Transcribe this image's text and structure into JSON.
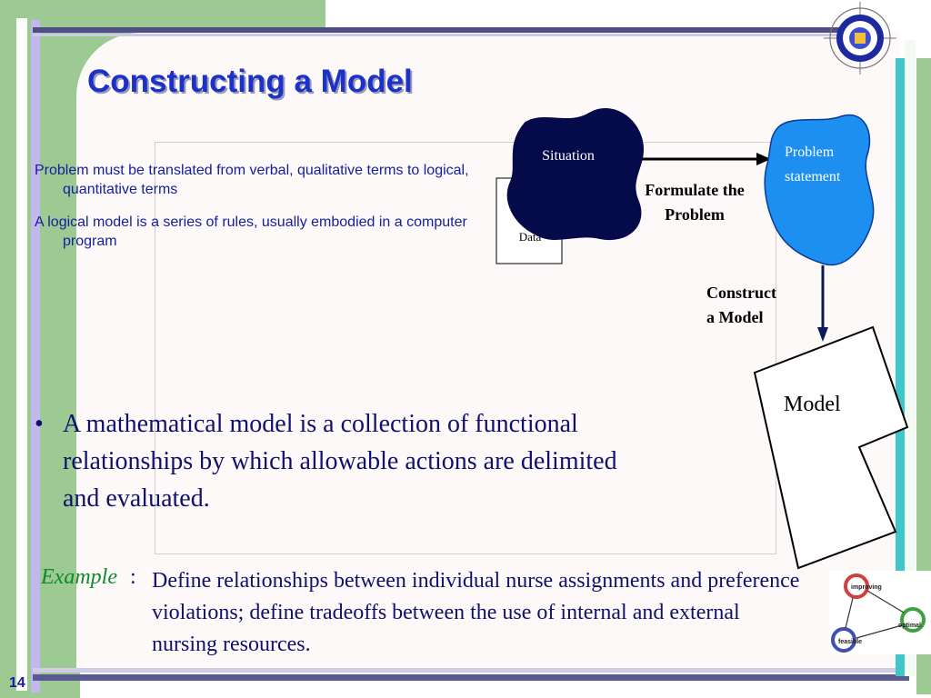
{
  "slide": {
    "title": "Constructing a Model",
    "page_number": "14"
  },
  "bullets_small": [
    "Problem must be translated from verbal, qualitative terms to logical, quantitative terms",
    "A logical model is a series of rules, usually embodied in a computer program"
  ],
  "main_bullet": {
    "marker": "•",
    "text": "A mathematical model is a collection of functional relationships by which allowable actions are delimited and evaluated."
  },
  "example": {
    "label": "Example",
    "colon": ":",
    "text": "Define relationships between individual nurse assignments and preference violations; define tradeoffs between the use of internal and external nursing resources."
  },
  "diagram": {
    "situation": "Situation",
    "data": "Data",
    "problem_statement_line1": "Problem",
    "problem_statement_line2": "statement",
    "formulate_line1": "Formulate the",
    "formulate_line2": "Problem",
    "construct_line1": "Construct",
    "construct_line2": "a Model",
    "model": "Model"
  },
  "cycle_graphic": {
    "improving": "improving",
    "optimal": "optimal",
    "feasible": "feasible"
  },
  "colors": {
    "title": "#1c31c8",
    "body_text": "#10106e",
    "example_label": "#0f8a2a",
    "situation_fill": "#050a4a",
    "problem_fill": "#1c8ff0",
    "frame_green": "#9dc993"
  },
  "icons": [
    "university-seal-icon",
    "improve-cycle-icon"
  ]
}
